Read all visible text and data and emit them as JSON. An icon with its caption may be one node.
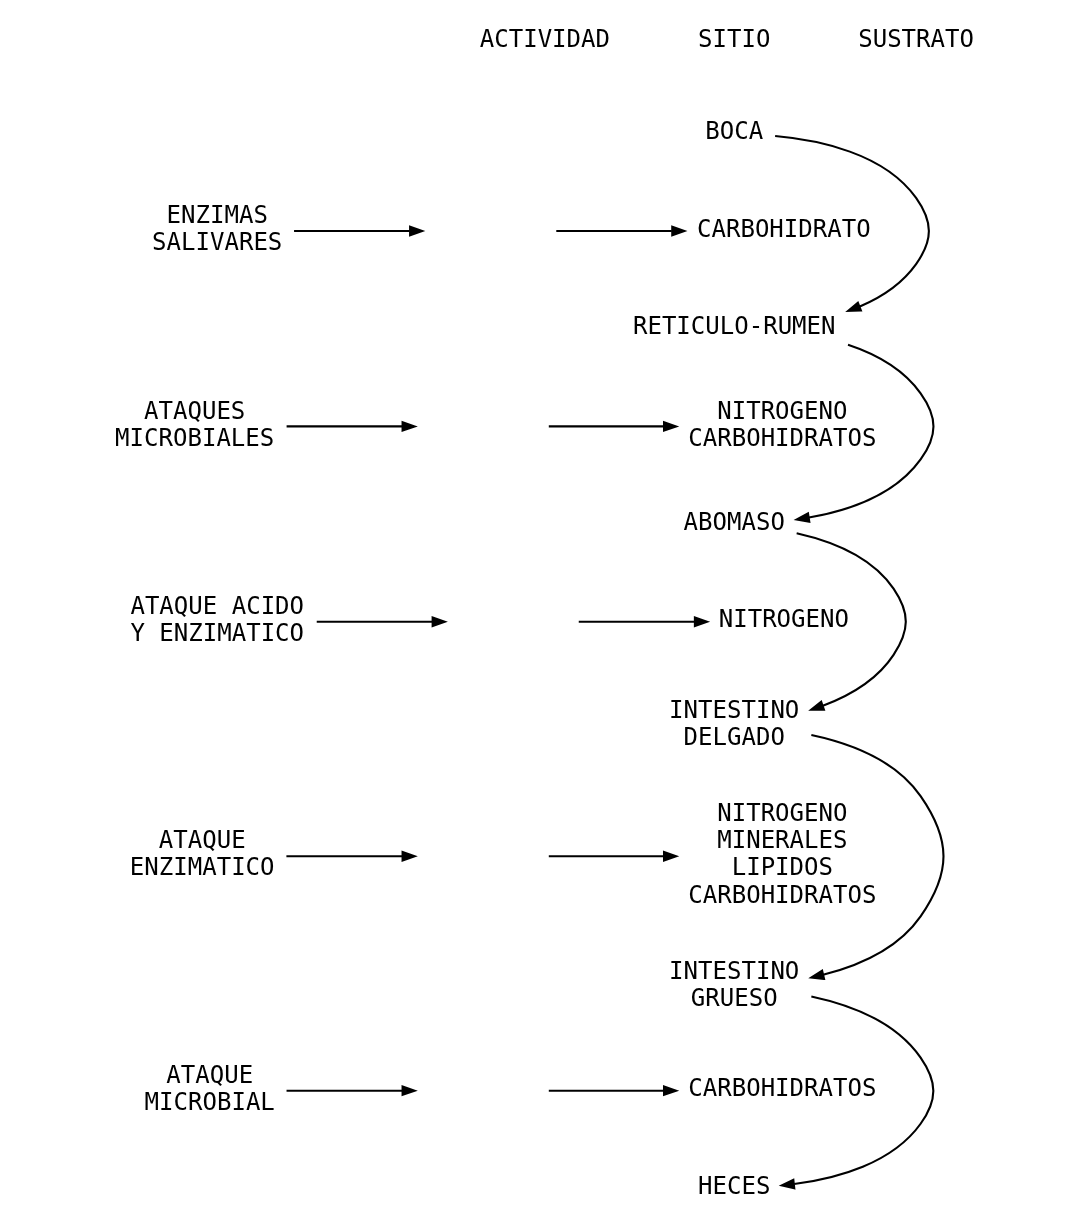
{
  "diagram": {
    "nodes": [
      {
        "text": [
          "BOCA"
        ]
      },
      {
        "text": [
          "CARBOHIDRATO"
        ]
      },
      {
        "text": [
          "ENZIMAS SALIVARES"
        ]
      },
      {
        "text": [
          "RETICULO-RUMEN"
        ]
      },
      {
        "text": [
          "NITROGENO",
          "CARBOHIDRATOS"
        ]
      },
      {
        "text": [
          "ATAQUES MICROBIALES"
        ]
      },
      {
        "text": [
          "ABOMASO"
        ]
      },
      {
        "text": [
          "NITROGENO"
        ]
      },
      {
        "text": [
          "ATAQUE ACIDO Y ENZIMATICO"
        ]
      },
      {
        "text": [
          "INTESTINO DELGADO"
        ]
      },
      {
        "text": [
          "NITROGENO",
          "MINERALES",
          "LIPIDOS",
          "CARBOHIDRATOS"
        ]
      },
      {
        "text": [
          "ATAQUE ENZIMATICO"
        ]
      },
      {
        "text": [
          "INTESTINO GRUESO"
        ]
      },
      {
        "text": [
          "CARBOHIDRATOS"
        ]
      },
      {
        "text": [
          "ATAQUE MICROBIAL"
        ]
      },
      {
        "text": [
          "HECES"
        ]
      }
    ],
    "edges": [
      {
        "from": 0,
        "to": 3,
        "arrow": "to"
      },
      {
        "from": 3,
        "to": 6,
        "arrow": "to"
      },
      {
        "from": 6,
        "to": 9,
        "arrow": "to"
      },
      {
        "from": 9,
        "to": 12,
        "arrow": "to"
      },
      {
        "from": 12,
        "to": 15,
        "arrow": "to"
      },
      {
        "from": 2,
        "to": null,
        "arrow": "to"
      },
      {
        "from": null,
        "to": 1,
        "arrow": "to"
      },
      {
        "from": 5,
        "to": null,
        "arrow": "to"
      },
      {
        "from": null,
        "to": 4,
        "arrow": "to"
      },
      {
        "from": 8,
        "to": null,
        "arrow": "to"
      },
      {
        "from": null,
        "to": 7,
        "arrow": "to"
      },
      {
        "from": 11,
        "to": null,
        "arrow": "to"
      },
      {
        "from": null,
        "to": 10,
        "arrow": "to"
      },
      {
        "from": 14,
        "to": null,
        "arrow": "to"
      },
      {
        "from": null,
        "to": 13,
        "arrow": "to"
      }
    ],
    "labels": [
      "ACTIVIDAD",
      "SITIO",
      "SUSTRATO"
    ]
  }
}
